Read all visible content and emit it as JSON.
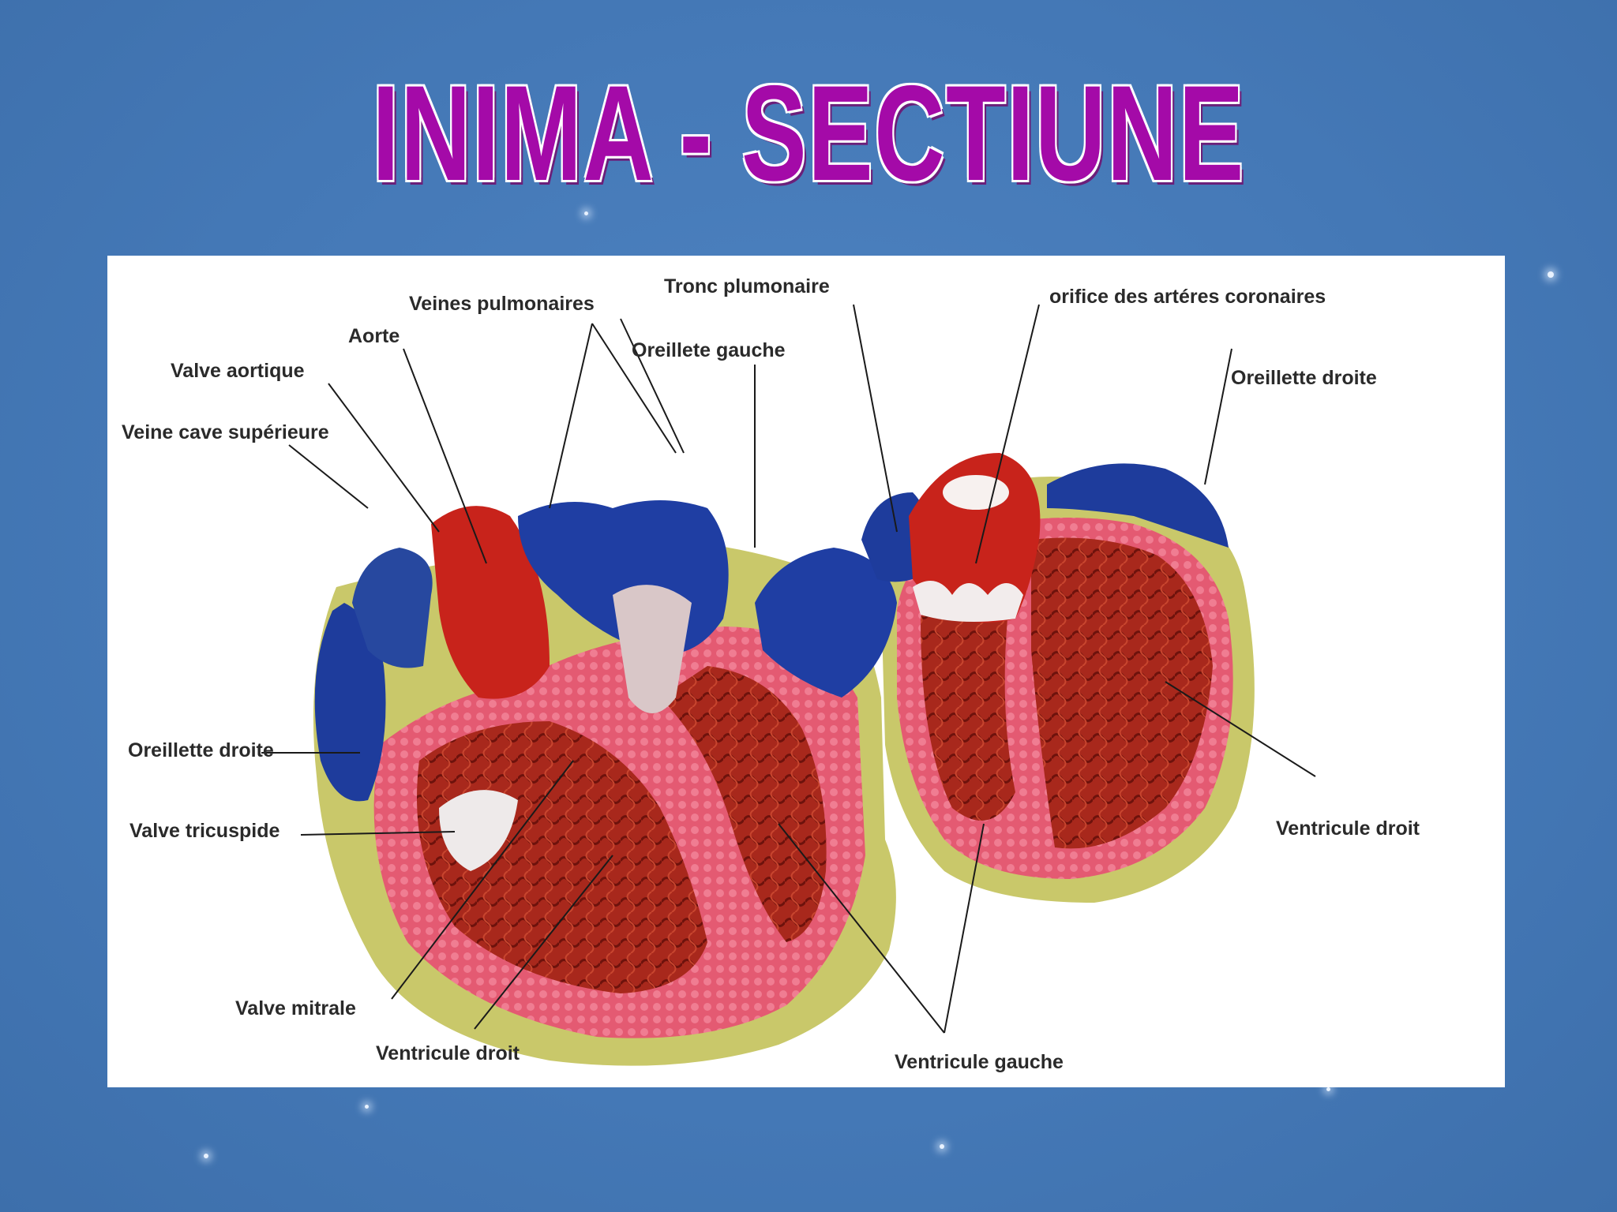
{
  "title": "INIMA - SECTIUNE",
  "colors": {
    "background": "#4a7dba",
    "title": "#a40aa8",
    "artery_red": "#c8231b",
    "vein_blue": "#1e3c9c",
    "myocardium_pink": "#e2506a",
    "pericardium_yellow": "#c9c86a"
  },
  "diagram": {
    "labels": {
      "veines_pulmonaires": "Veines pulmonaires",
      "aorte": "Aorte",
      "valve_aortique": "Valve aortique",
      "veine_cave_superieure": "Veine cave supérieure",
      "oreillette_droite_left": "Oreillette droite",
      "valve_tricuspide": "Valve tricuspide",
      "valve_mitrale": "Valve mitrale",
      "ventricule_droit_left": "Ventricule droit",
      "tronc_pulmonaire": "Tronc plumonaire",
      "oreillete_gauche": "Oreillete gauche",
      "orifice_arteres_coronaires": "orifice des artéres coronaires",
      "oreillette_droite_right": "Oreillette droite",
      "ventricule_droit_right": "Ventricule droit",
      "ventricule_gauche": "Ventricule gauche"
    }
  }
}
